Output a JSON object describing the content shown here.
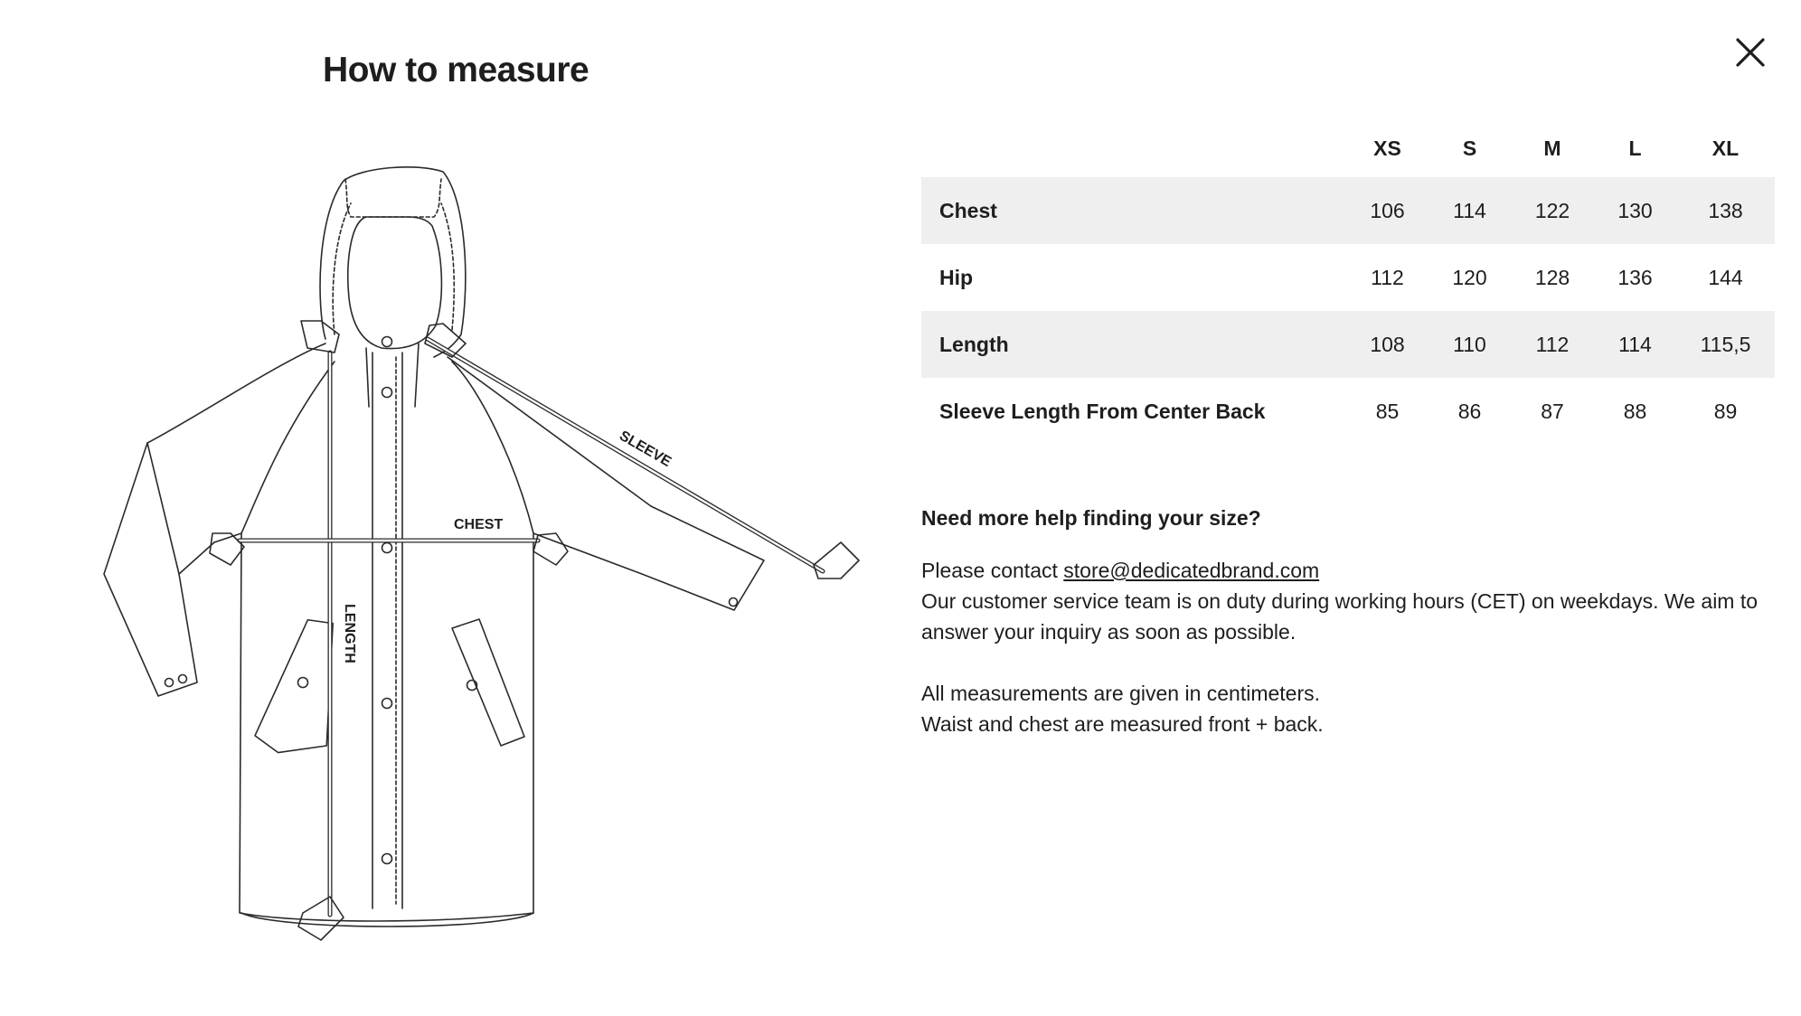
{
  "title": "How to measure",
  "illustration": {
    "labels": {
      "sleeve": "SLEEVE",
      "chest": "CHEST",
      "length": "LENGTH"
    }
  },
  "size_table": {
    "columns": [
      "XS",
      "S",
      "M",
      "L",
      "XL"
    ],
    "rows": [
      {
        "label": "Chest",
        "values": [
          "106",
          "114",
          "122",
          "130",
          "138"
        ]
      },
      {
        "label": "Hip",
        "values": [
          "112",
          "120",
          "128",
          "136",
          "144"
        ]
      },
      {
        "label": "Length",
        "values": [
          "108",
          "110",
          "112",
          "114",
          "115,5"
        ]
      },
      {
        "label": "Sleeve Length From Center Back",
        "values": [
          "85",
          "86",
          "87",
          "88",
          "89"
        ]
      }
    ]
  },
  "help": {
    "heading": "Need more help finding your size?",
    "contact_prefix": "Please contact ",
    "email": "store@dedicatedbrand.com",
    "service_text": "Our customer service team is on duty during working hours (CET) on weekdays. We aim to answer your inquiry as soon as possible.",
    "note_1": "All measurements are given in centimeters.",
    "note_2": "Waist and chest are measured front + back."
  },
  "colors": {
    "text": "#1e1e1e",
    "row_shade": "#efefef",
    "background": "#ffffff"
  }
}
